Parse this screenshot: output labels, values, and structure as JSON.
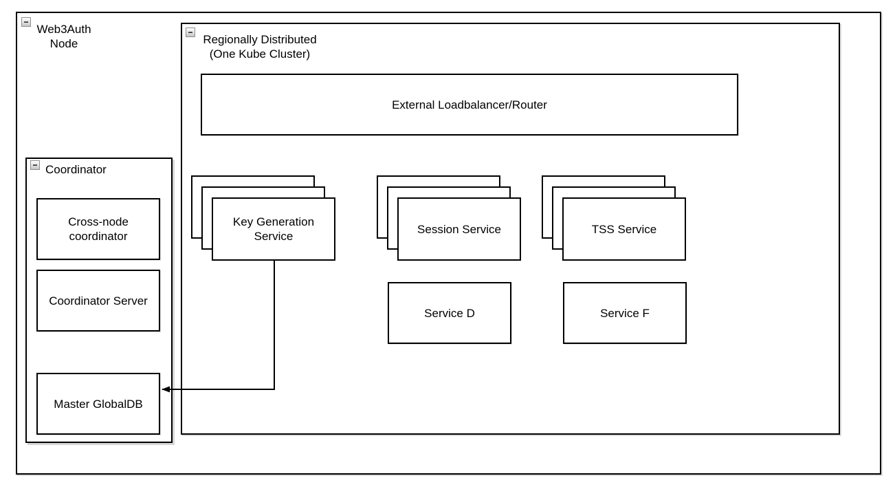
{
  "icons": {
    "collapse_glyph": "−"
  },
  "containers": {
    "web3auth": {
      "label": "Web3Auth\nNode"
    },
    "regional": {
      "label": "Regionally Distributed\n(One Kube Cluster)"
    },
    "coordinator": {
      "label": "Coordinator"
    }
  },
  "nodes": {
    "loadbalancer": {
      "label": "External Loadbalancer/Router"
    },
    "key_generation": {
      "label": "Key Generation\nService",
      "replicas_shown": 3
    },
    "session": {
      "label": "Session Service",
      "replicas_shown": 3
    },
    "tss": {
      "label": "TSS Service",
      "replicas_shown": 3
    },
    "service_d": {
      "label": "Service D"
    },
    "service_f": {
      "label": "Service F"
    },
    "cross_node": {
      "label": "Cross-node\ncoordinator"
    },
    "coordinator_server": {
      "label": "Coordinator Server"
    },
    "master_globaldb": {
      "label": "Master GlobalDB"
    }
  },
  "connections": [
    {
      "from": "key_generation",
      "to": "master_globaldb",
      "style": "orthogonal-arrow"
    }
  ],
  "colors": {
    "stroke": "#000000",
    "fill": "#ffffff",
    "shadow": "#d6d6d6"
  }
}
